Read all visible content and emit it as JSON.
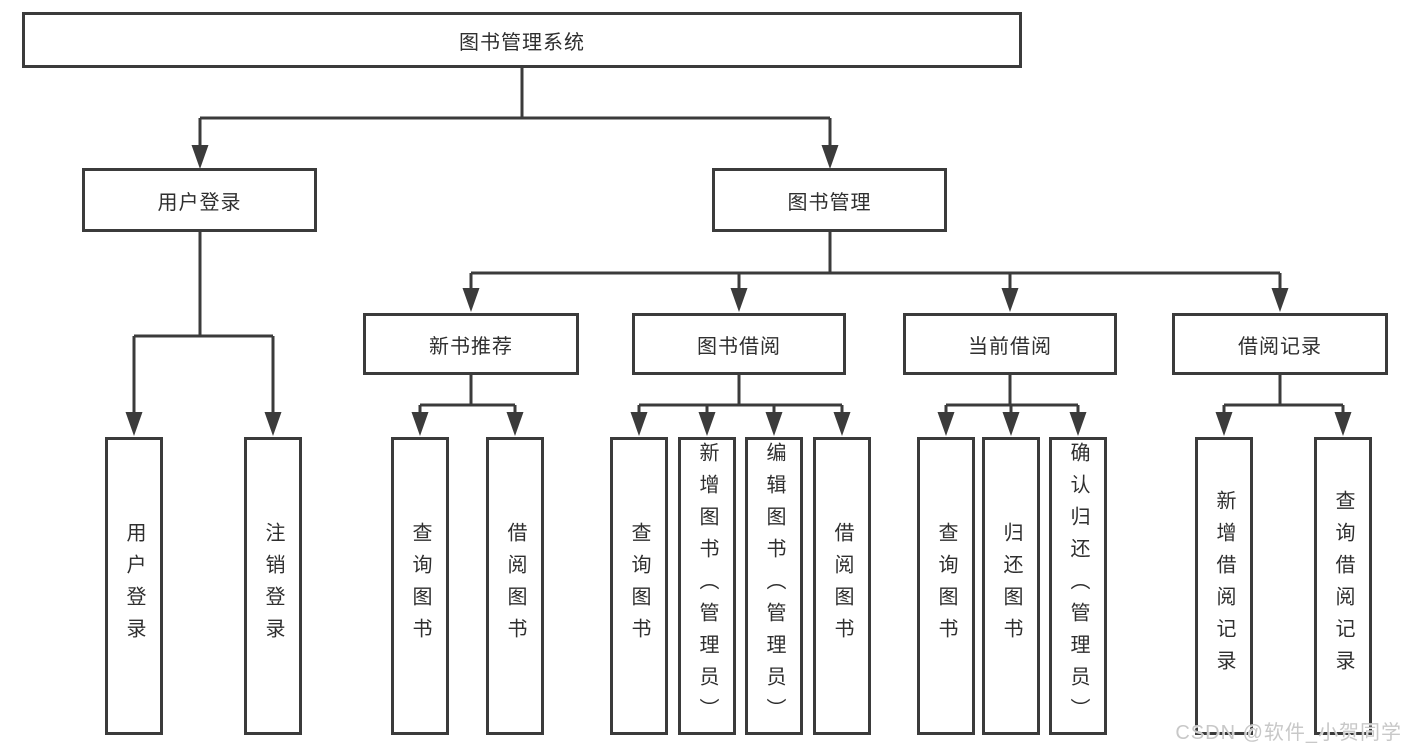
{
  "diagram": {
    "type": "tree",
    "colors": {
      "line": "#3b3b3b",
      "box_border": "#3b3b3b",
      "text": "#2f2f2f",
      "background": "#ffffff",
      "watermark": "#c8c8c8"
    },
    "tree": {
      "root": {
        "label": "图书管理系统",
        "children": [
          {
            "label": "用户登录",
            "children": [
              {
                "label": "用户登录"
              },
              {
                "label": "注销登录"
              }
            ]
          },
          {
            "label": "图书管理",
            "children": [
              {
                "label": "新书推荐",
                "children": [
                  {
                    "label": "查询图书"
                  },
                  {
                    "label": "借阅图书"
                  }
                ]
              },
              {
                "label": "图书借阅",
                "children": [
                  {
                    "label": "查询图书"
                  },
                  {
                    "label": "新增图书（管理员）"
                  },
                  {
                    "label": "编辑图书（管理员）"
                  },
                  {
                    "label": "借阅图书"
                  }
                ]
              },
              {
                "label": "当前借阅",
                "children": [
                  {
                    "label": "查询图书"
                  },
                  {
                    "label": "归还图书"
                  },
                  {
                    "label": "确认归还（管理员）"
                  }
                ]
              },
              {
                "label": "借阅记录",
                "children": [
                  {
                    "label": "新增借阅记录"
                  },
                  {
                    "label": "查询借阅记录"
                  }
                ]
              }
            ]
          }
        ]
      }
    },
    "watermark": {
      "text": "CSDN @软件_小贺同学"
    }
  }
}
